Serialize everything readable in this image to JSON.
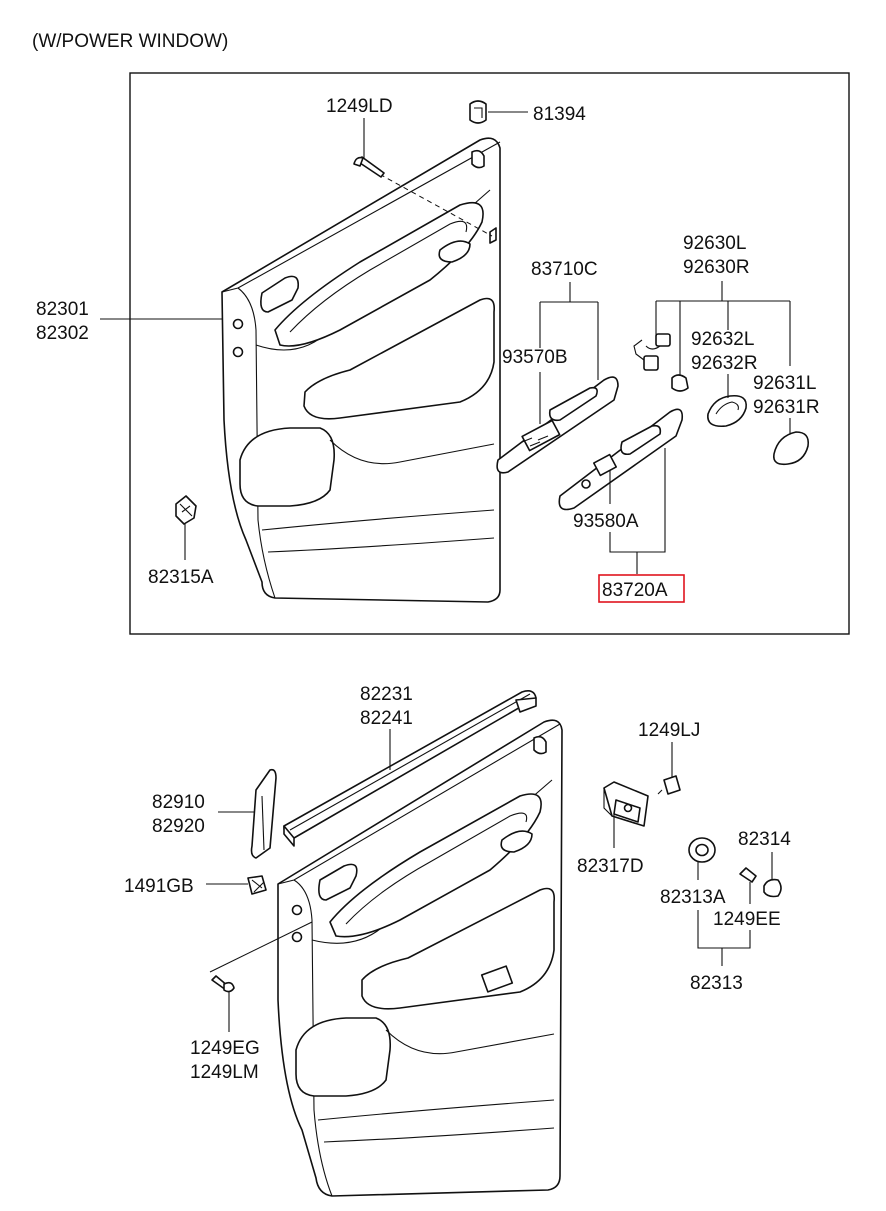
{
  "title": "(W/POWER WINDOW)",
  "highlight_color": "#e0141e",
  "upper_group": {
    "door_trim": [
      "82301",
      "82302"
    ],
    "screw": "1249LD",
    "cap": "81394",
    "fastener": "82315A",
    "switch_assy_front": "83710C",
    "switch_front": "93570B",
    "switch_assy_rear": "83720A",
    "switch_rear": "93580A",
    "lamp_assy": [
      "92630L",
      "92630R"
    ],
    "lamp_lens": [
      "92632L",
      "92632R"
    ],
    "lamp_cover": [
      "92631L",
      "92631R"
    ]
  },
  "lower_group": {
    "weatherstrip": [
      "82231",
      "82241"
    ],
    "garnish": [
      "82910",
      "82920"
    ],
    "clip": "1491GB",
    "screw_lower": [
      "1249EG",
      "1249LM"
    ],
    "screw_bracket": "1249LJ",
    "bracket": "82317D",
    "cap_pad": "82314",
    "grommet": "82313A",
    "screw_small": "1249EE",
    "assy": "82313"
  }
}
